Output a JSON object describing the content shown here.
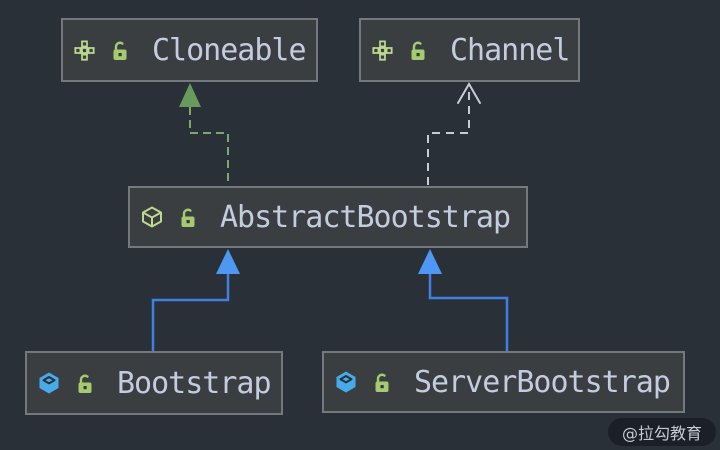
{
  "diagram": {
    "kind": "uml-class-hierarchy",
    "nodes": [
      {
        "id": "cloneable",
        "label": "Cloneable",
        "stereotype": "interface",
        "icons": [
          "interface-icon",
          "lock-icon"
        ]
      },
      {
        "id": "channel",
        "label": "Channel",
        "stereotype": "interface",
        "icons": [
          "interface-icon",
          "lock-icon"
        ]
      },
      {
        "id": "abstract_bootstrap",
        "label": "AbstractBootstrap",
        "stereotype": "abstract-class",
        "icons": [
          "abstract-class-icon",
          "lock-icon"
        ]
      },
      {
        "id": "bootstrap",
        "label": "Bootstrap",
        "stereotype": "class",
        "icons": [
          "class-icon",
          "lock-icon"
        ]
      },
      {
        "id": "server_bootstrap",
        "label": "ServerBootstrap",
        "stereotype": "class",
        "icons": [
          "class-icon",
          "lock-icon"
        ]
      }
    ],
    "edges": [
      {
        "from": "AbstractBootstrap",
        "to": "Cloneable",
        "relation": "implements",
        "line": "dashed",
        "arrowhead": "filled-triangle",
        "color": "#6f9f61"
      },
      {
        "from": "AbstractBootstrap",
        "to": "Channel",
        "relation": "implements",
        "line": "dashed",
        "arrowhead": "open-chevron",
        "color": "#c6ccd4"
      },
      {
        "from": "Bootstrap",
        "to": "AbstractBootstrap",
        "relation": "extends",
        "line": "solid",
        "arrowhead": "filled-triangle",
        "color": "#3f80e2"
      },
      {
        "from": "ServerBootstrap",
        "to": "AbstractBootstrap",
        "relation": "extends",
        "line": "solid",
        "arrowhead": "filled-triangle",
        "color": "#3f80e2"
      }
    ],
    "colors": {
      "background": "#2a3038",
      "node_fill": "#3b3e41",
      "node_border": "#75787c",
      "node_text": "#c3cce0",
      "interface_icon_green": "#bcda8f",
      "lock_green": "#a5cb70",
      "class_icon_blue": "#47abe9",
      "implements_green": "#6f9f61",
      "implements_gray": "#c6ccd4",
      "extends_blue": "#3f80e2",
      "extends_arrow_blue": "#4e97f2"
    }
  },
  "watermark": {
    "label": "@拉勾教育"
  }
}
